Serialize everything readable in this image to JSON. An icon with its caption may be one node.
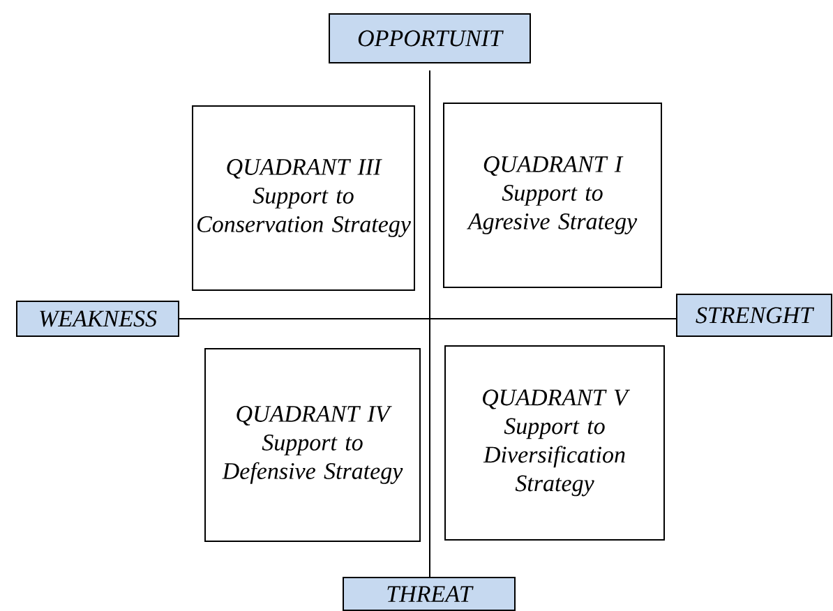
{
  "diagram": {
    "nodes": [
      {
        "text": [
          "OPPORTUNIT"
        ]
      },
      {
        "text": [
          "QUADRANT III",
          "Support to Conservation Strategy"
        ]
      },
      {
        "text": [
          "QUADRANT I",
          "Support to Agresive Strategy"
        ]
      },
      {
        "text": [
          "WEAKNESS"
        ]
      },
      {
        "text": [
          "STRENGHT"
        ]
      },
      {
        "text": [
          "QUADRANT IV",
          "Support to Defensive Strategy"
        ]
      },
      {
        "text": [
          "QUADRANT V",
          "Support to Diversification Strategy"
        ]
      },
      {
        "text": [
          "THREAT"
        ]
      }
    ],
    "edges": [
      {
        "from": 0,
        "to": 7,
        "arrow": "none"
      },
      {
        "from": 3,
        "to": 4,
        "arrow": "none"
      }
    ]
  }
}
